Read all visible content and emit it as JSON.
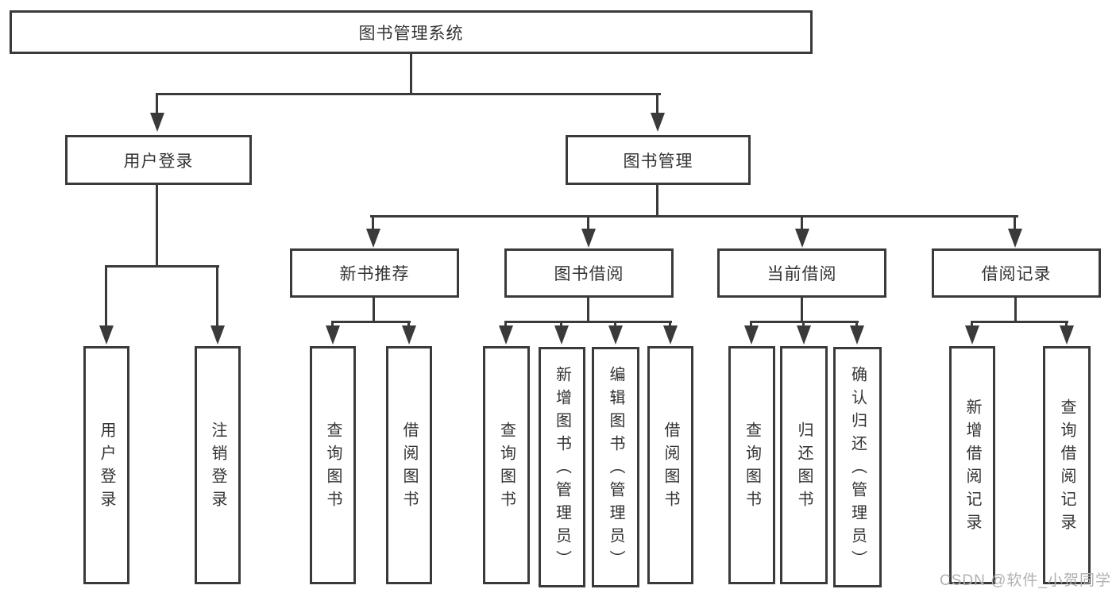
{
  "diagram": {
    "title": "图书管理系统",
    "colors": {
      "line": "#3a3a3a",
      "text": "#333333",
      "box_fill": "#ffffff",
      "watermark": "#b1b1b5"
    },
    "nodes": {
      "root": "图书管理系统",
      "level2": [
        "用户登录",
        "图书管理"
      ],
      "level3": [
        "新书推荐",
        "图书借阅",
        "当前借阅",
        "借阅记录"
      ],
      "leaf_groups": [
        {
          "parent": "用户登录",
          "items": [
            "用户登录",
            "注销登录"
          ]
        },
        {
          "parent": "新书推荐",
          "items": [
            "查询图书",
            "借阅图书"
          ]
        },
        {
          "parent": "图书借阅",
          "items": [
            "查询图书",
            "新增图书（管理员）",
            "编辑图书（管理员）",
            "借阅图书"
          ]
        },
        {
          "parent": "当前借阅",
          "items": [
            "查询图书",
            "归还图书",
            "确认归还（管理员）"
          ]
        },
        {
          "parent": "借阅记录",
          "items": [
            "新增借阅记录",
            "查询借阅记录"
          ]
        }
      ]
    }
  },
  "watermark": {
    "text": "CSDN @软件_小贺同学"
  }
}
